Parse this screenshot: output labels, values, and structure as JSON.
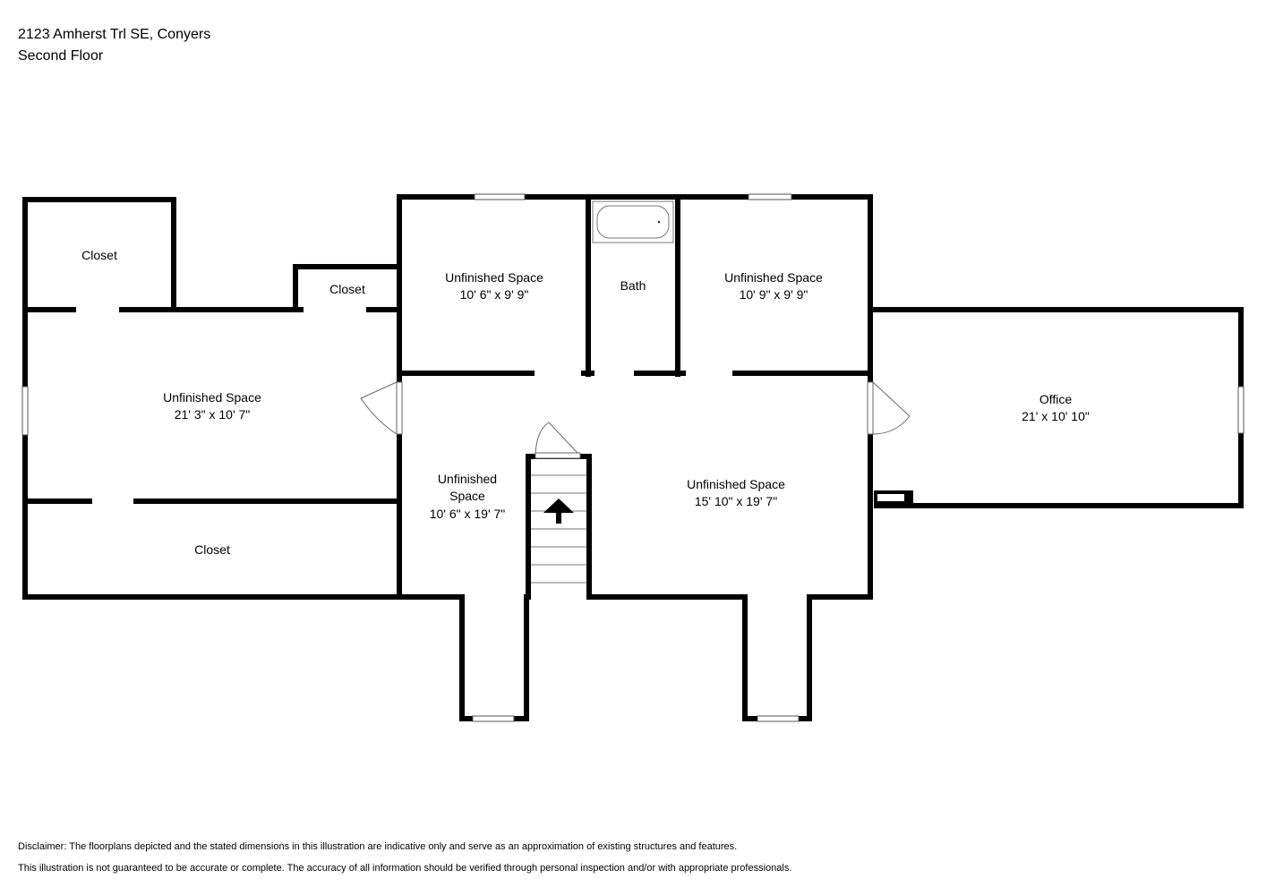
{
  "header": {
    "address": "2123 Amherst Trl SE, Conyers",
    "floor": "Second Floor"
  },
  "rooms": {
    "closet_top_left": {
      "name": "Closet"
    },
    "closet_small": {
      "name": "Closet"
    },
    "unfinished_left": {
      "name": "Unfinished Space",
      "dims": "21' 3\" x 10' 7\""
    },
    "closet_bottom": {
      "name": "Closet"
    },
    "unfinished_top_a": {
      "name": "Unfinished Space",
      "dims": "10' 6\" x 9' 9\""
    },
    "bath": {
      "name": "Bath"
    },
    "unfinished_top_b": {
      "name": "Unfinished Space",
      "dims": "10' 9\" x 9' 9\""
    },
    "office": {
      "name": "Office",
      "dims": "21' x 10' 10\""
    },
    "unfinished_center_left": {
      "name_line1": "Unfinished",
      "name_line2": "Space",
      "dims": "10' 6\" x 19' 7\""
    },
    "unfinished_center_right": {
      "name": "Unfinished Space",
      "dims": "15' 10\" x 19' 7\""
    }
  },
  "disclaimer": {
    "line1": "Disclaimer: The floorplans depicted and the stated dimensions in this illustration are indicative only and serve as an approximation of existing structures and features.",
    "line2": "This illustration is not guaranteed to be accurate or complete. The accuracy of all information should be verified through personal inspection and/or with appropriate professionals."
  }
}
